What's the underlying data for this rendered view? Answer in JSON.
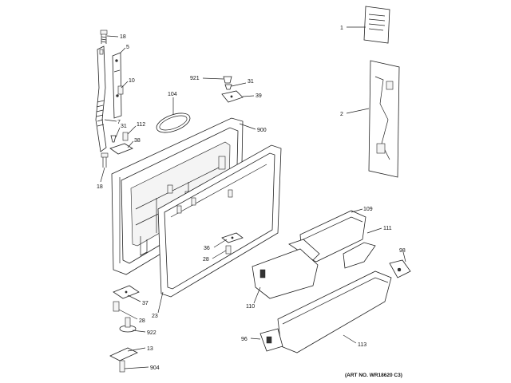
{
  "diagram": {
    "art_number": "(ART NO. WR18620 C3)",
    "callouts": [
      {
        "id": "18a",
        "label": "18"
      },
      {
        "id": "5",
        "label": "5"
      },
      {
        "id": "10",
        "label": "10"
      },
      {
        "id": "7",
        "label": "7"
      },
      {
        "id": "31a",
        "label": "31"
      },
      {
        "id": "112",
        "label": "112"
      },
      {
        "id": "38",
        "label": "38"
      },
      {
        "id": "18b",
        "label": "18"
      },
      {
        "id": "104",
        "label": "104"
      },
      {
        "id": "921",
        "label": "921"
      },
      {
        "id": "31b",
        "label": "31"
      },
      {
        "id": "39",
        "label": "39"
      },
      {
        "id": "900",
        "label": "900"
      },
      {
        "id": "1",
        "label": "1"
      },
      {
        "id": "2",
        "label": "2"
      },
      {
        "id": "109",
        "label": "109"
      },
      {
        "id": "111",
        "label": "111"
      },
      {
        "id": "98",
        "label": "98"
      },
      {
        "id": "36",
        "label": "36"
      },
      {
        "id": "28a",
        "label": "28"
      },
      {
        "id": "110",
        "label": "110"
      },
      {
        "id": "37",
        "label": "37"
      },
      {
        "id": "23",
        "label": "23"
      },
      {
        "id": "28b",
        "label": "28"
      },
      {
        "id": "922",
        "label": "922"
      },
      {
        "id": "13",
        "label": "13"
      },
      {
        "id": "904",
        "label": "904"
      },
      {
        "id": "96",
        "label": "96"
      },
      {
        "id": "113",
        "label": "113"
      }
    ]
  }
}
